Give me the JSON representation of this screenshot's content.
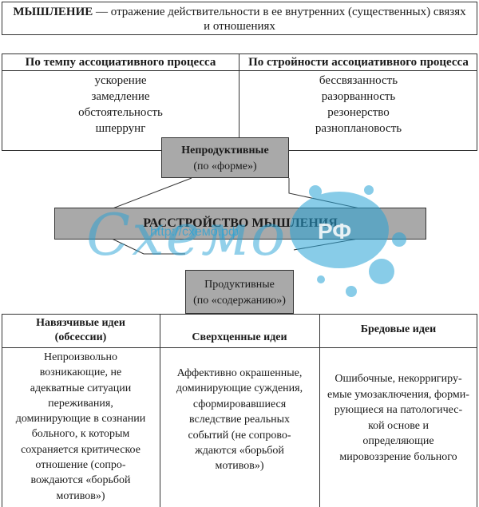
{
  "definition": {
    "term": "МЫШЛЕНИЕ",
    "text": " — отражение действительности в ее внутренних (существенных) связях и отношениях"
  },
  "tempo": {
    "header": "По темпу ассоциативного процесса",
    "items": [
      "ускорение",
      "замедление",
      "обстоятельность",
      "шперрунг"
    ]
  },
  "coherence": {
    "header": "По стройности ассоциативного процесса",
    "items": [
      "бессвязанность",
      "разорванность",
      "резонерство",
      "разноплановость"
    ]
  },
  "unproductive": {
    "line1": "Непродуктивные",
    "line2": "(по «форме»)"
  },
  "main": {
    "label": "РАССТРОЙСТВО МЫШЛЕНИЯ"
  },
  "productive": {
    "line1": "Продуктивные",
    "line2": "(по «содержанию»)"
  },
  "obsessive": {
    "header1": "Навязчивые идеи",
    "header2": "(обсессии)",
    "lines": [
      "Непроизвольно",
      "возникающие, не",
      "адекватные ситуации",
      "переживания,",
      "доминирующие в сознании",
      "больного, к которым",
      "сохраняется критическое",
      "отношение (сопро-",
      "вождаются «борьбой",
      "мотивов»)"
    ]
  },
  "overvalued": {
    "header": "Сверхценные идеи",
    "lines": [
      "Аффективно окрашенные,",
      "доминирующие суждения,",
      "сформировавшиеся",
      "вследствие реальных",
      "событий (не сопрово-",
      "ждаются «борьбой",
      "мотивов»)"
    ]
  },
  "delusional": {
    "header": "Бредовые идеи",
    "lines": [
      "Ошибочные, некорригиру-",
      "емые умозаключения, форми-",
      "рующиеся на патологичес-",
      "кой основе и",
      "определяющие",
      "мировоззрение больного"
    ]
  },
  "watermark": {
    "url": "http://схемо.рф",
    "word": "Схемо",
    "badge": "РФ",
    "color": "#27a3d6"
  }
}
